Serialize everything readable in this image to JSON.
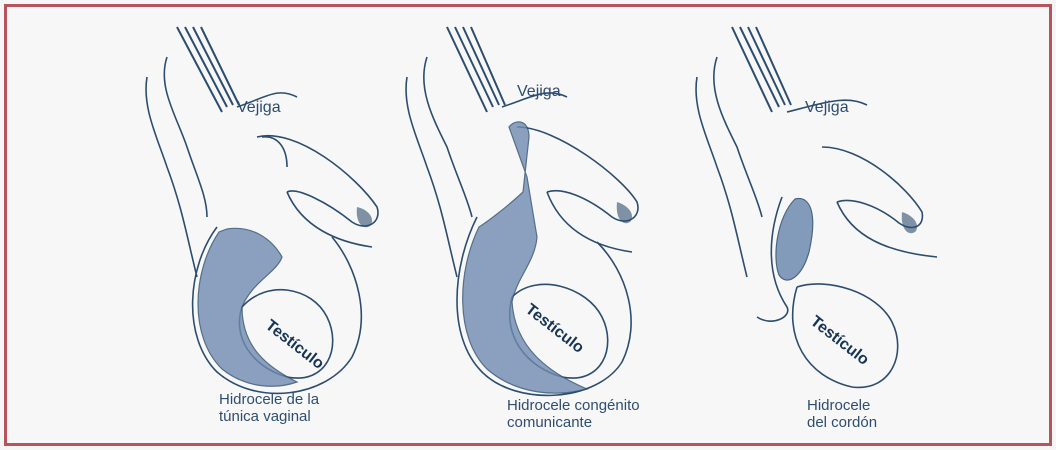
{
  "colors": {
    "border": "#b8545c",
    "ink": "#2d4d6e",
    "fluid": "#6f8bb0"
  },
  "panels": [
    {
      "organ_label": "Vejiga",
      "testis_label": "Testículo",
      "caption_lines": [
        "Hidrocele de la",
        "túnica vaginal"
      ]
    },
    {
      "organ_label": "Vejiga",
      "testis_label": "Testículo",
      "caption_lines": [
        "Hidrocele congénito",
        "comunicante"
      ]
    },
    {
      "organ_label": "Vejiga",
      "testis_label": "Testículo",
      "caption_lines": [
        "Hidrocele",
        "del cordón"
      ]
    }
  ]
}
